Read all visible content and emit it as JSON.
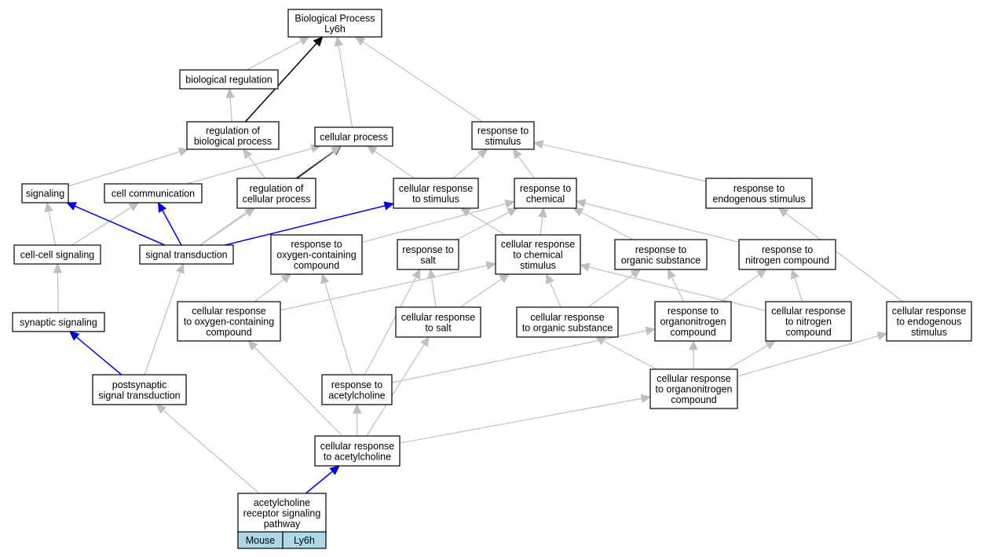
{
  "colors": {
    "edge_default": "#bfbfbf",
    "edge_highlight_black": "#000000",
    "edge_highlight_blue": "#0000ee",
    "legend_fill": "#add8e6",
    "node_border": "#000000"
  },
  "nodes": {
    "root": [
      "Biological Process",
      "Ly6h"
    ],
    "bioreg": [
      "biological regulation"
    ],
    "regbp": [
      "regulation of",
      "biological process"
    ],
    "cellproc": [
      "cellular process"
    ],
    "resp": [
      "response to",
      "stimulus"
    ],
    "signaling": [
      "signaling"
    ],
    "cellcomm": [
      "cell communication"
    ],
    "regcp": [
      "regulation of",
      "cellular process"
    ],
    "crs": [
      "cellular response",
      "to stimulus"
    ],
    "rchem": [
      "response to",
      "chemical"
    ],
    "rendo": [
      "response to",
      "endogenous stimulus"
    ],
    "ccsig": [
      "cell-cell signaling"
    ],
    "sigtrans": [
      "signal transduction"
    ],
    "roxy": [
      "response to",
      "oxygen-containing",
      "compound"
    ],
    "rsalt": [
      "response to",
      "salt"
    ],
    "crchem": [
      "cellular response",
      "to chemical",
      "stimulus"
    ],
    "rorg": [
      "response to",
      "organic substance"
    ],
    "rnit": [
      "response to",
      "nitrogen compound"
    ],
    "synsig": [
      "synaptic signaling"
    ],
    "croxy": [
      "cellular response",
      "to oxygen-containing",
      "compound"
    ],
    "crsalt": [
      "cellular response",
      "to salt"
    ],
    "crorg": [
      "cellular response",
      "to organic substance"
    ],
    "rorgn": [
      "response to",
      "organonitrogen",
      "compound"
    ],
    "crnit": [
      "cellular response",
      "to nitrogen",
      "compound"
    ],
    "crendo": [
      "cellular response",
      "to endogenous",
      "stimulus"
    ],
    "postsyn": [
      "postsynaptic",
      "signal transduction"
    ],
    "rach": [
      "response to",
      "acetylcholine"
    ],
    "crorgn": [
      "cellular response",
      "to organonitrogen",
      "compound"
    ],
    "crach": [
      "cellular response",
      "to acetylcholine"
    ],
    "achrsp": [
      "acetylcholine",
      "receptor signaling",
      "pathway"
    ]
  },
  "legend": {
    "organism": "Mouse",
    "gene": "Ly6h"
  },
  "edges": [
    {
      "from": "bioreg",
      "to": "root",
      "style": "default"
    },
    {
      "from": "regbp",
      "to": "bioreg",
      "style": "default"
    },
    {
      "from": "regbp",
      "to": "root",
      "style": "black"
    },
    {
      "from": "cellproc",
      "to": "root",
      "style": "default"
    },
    {
      "from": "resp",
      "to": "root",
      "style": "default"
    },
    {
      "from": "signaling",
      "to": "regbp",
      "style": "default"
    },
    {
      "from": "cellcomm",
      "to": "cellproc",
      "style": "default"
    },
    {
      "from": "regcp",
      "to": "regbp",
      "style": "default"
    },
    {
      "from": "regcp",
      "to": "cellproc",
      "style": "black"
    },
    {
      "from": "crs",
      "to": "cellproc",
      "style": "default"
    },
    {
      "from": "crs",
      "to": "resp",
      "style": "default"
    },
    {
      "from": "rchem",
      "to": "resp",
      "style": "default"
    },
    {
      "from": "rendo",
      "to": "resp",
      "style": "default"
    },
    {
      "from": "ccsig",
      "to": "signaling",
      "style": "default"
    },
    {
      "from": "ccsig",
      "to": "cellcomm",
      "style": "default"
    },
    {
      "from": "sigtrans",
      "to": "signaling",
      "style": "blue"
    },
    {
      "from": "sigtrans",
      "to": "cellcomm",
      "style": "blue"
    },
    {
      "from": "sigtrans",
      "to": "regcp",
      "style": "default"
    },
    {
      "from": "sigtrans",
      "to": "cellproc",
      "style": "default"
    },
    {
      "from": "sigtrans",
      "to": "crs",
      "style": "blue"
    },
    {
      "from": "roxy",
      "to": "rchem",
      "style": "default"
    },
    {
      "from": "rsalt",
      "to": "rchem",
      "style": "default"
    },
    {
      "from": "crchem",
      "to": "crs",
      "style": "default"
    },
    {
      "from": "crchem",
      "to": "rchem",
      "style": "default"
    },
    {
      "from": "rorg",
      "to": "rchem",
      "style": "default"
    },
    {
      "from": "rnit",
      "to": "rchem",
      "style": "default"
    },
    {
      "from": "synsig",
      "to": "ccsig",
      "style": "default"
    },
    {
      "from": "croxy",
      "to": "roxy",
      "style": "default"
    },
    {
      "from": "croxy",
      "to": "crchem",
      "style": "default"
    },
    {
      "from": "crsalt",
      "to": "rsalt",
      "style": "default"
    },
    {
      "from": "crsalt",
      "to": "crchem",
      "style": "default"
    },
    {
      "from": "crorg",
      "to": "crchem",
      "style": "default"
    },
    {
      "from": "crorg",
      "to": "rorg",
      "style": "default"
    },
    {
      "from": "rorgn",
      "to": "rorg",
      "style": "default"
    },
    {
      "from": "rorgn",
      "to": "rnit",
      "style": "default"
    },
    {
      "from": "crnit",
      "to": "rnit",
      "style": "default"
    },
    {
      "from": "crnit",
      "to": "crchem",
      "style": "default"
    },
    {
      "from": "crendo",
      "to": "rendo",
      "style": "default"
    },
    {
      "from": "postsyn",
      "to": "synsig",
      "style": "blue"
    },
    {
      "from": "postsyn",
      "to": "sigtrans",
      "style": "default"
    },
    {
      "from": "rach",
      "to": "roxy",
      "style": "default"
    },
    {
      "from": "rach",
      "to": "rsalt",
      "style": "default"
    },
    {
      "from": "rach",
      "to": "rorgn",
      "style": "default"
    },
    {
      "from": "crorgn",
      "to": "rorgn",
      "style": "default"
    },
    {
      "from": "crorgn",
      "to": "crorg",
      "style": "default"
    },
    {
      "from": "crorgn",
      "to": "crnit",
      "style": "default"
    },
    {
      "from": "crorgn",
      "to": "crendo",
      "style": "default"
    },
    {
      "from": "crach",
      "to": "rach",
      "style": "default"
    },
    {
      "from": "crach",
      "to": "croxy",
      "style": "default"
    },
    {
      "from": "crach",
      "to": "crsalt",
      "style": "default"
    },
    {
      "from": "crach",
      "to": "crorgn",
      "style": "default"
    },
    {
      "from": "achrsp",
      "to": "crach",
      "style": "blue"
    },
    {
      "from": "achrsp",
      "to": "postsyn",
      "style": "default"
    }
  ]
}
